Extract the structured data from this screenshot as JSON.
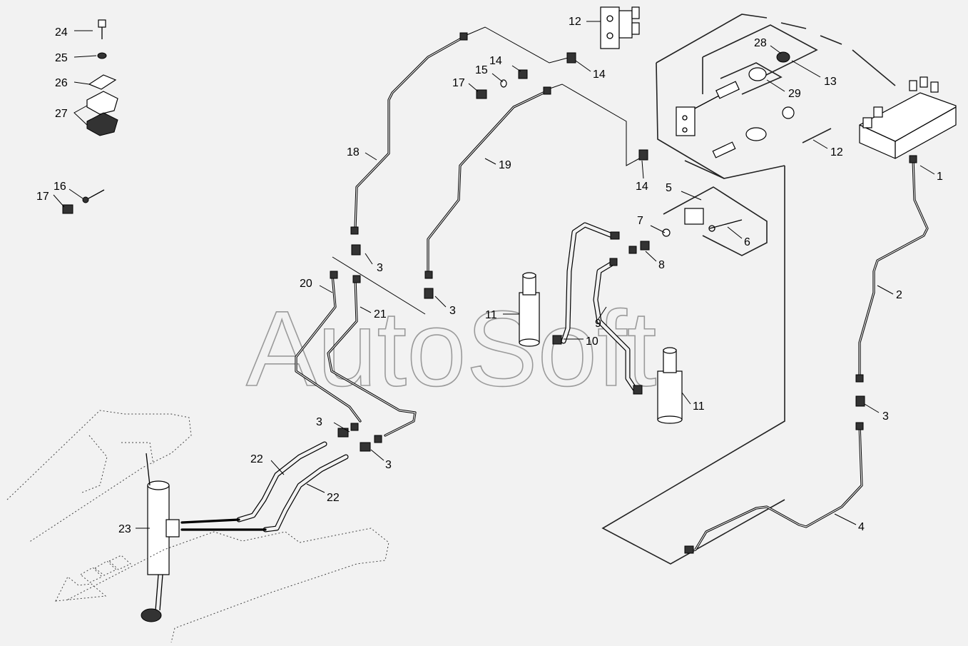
{
  "diagram": {
    "watermark": "AutoSoft",
    "callouts": {
      "c1": "1",
      "c2": "2",
      "c3a": "3",
      "c3b": "3",
      "c3c": "3",
      "c3d": "3",
      "c3e": "3",
      "c4": "4",
      "c5": "5",
      "c6": "6",
      "c7": "7",
      "c8": "8",
      "c9": "9",
      "c10": "10",
      "c11a": "11",
      "c11b": "11",
      "c12a": "12",
      "c12b": "12",
      "c13": "13",
      "c14a": "14",
      "c14b": "14",
      "c14c": "14",
      "c15": "15",
      "c16": "16",
      "c17a": "17",
      "c17b": "17",
      "c18": "18",
      "c19": "19",
      "c20": "20",
      "c21": "21",
      "c22a": "22",
      "c22b": "22",
      "c23": "23",
      "c24": "24",
      "c25": "25",
      "c26": "26",
      "c27": "27",
      "c28": "28",
      "c29": "29"
    },
    "colors": {
      "background": "#f2f2f2",
      "line": "#000000",
      "watermark": "#9a9a9a"
    }
  }
}
